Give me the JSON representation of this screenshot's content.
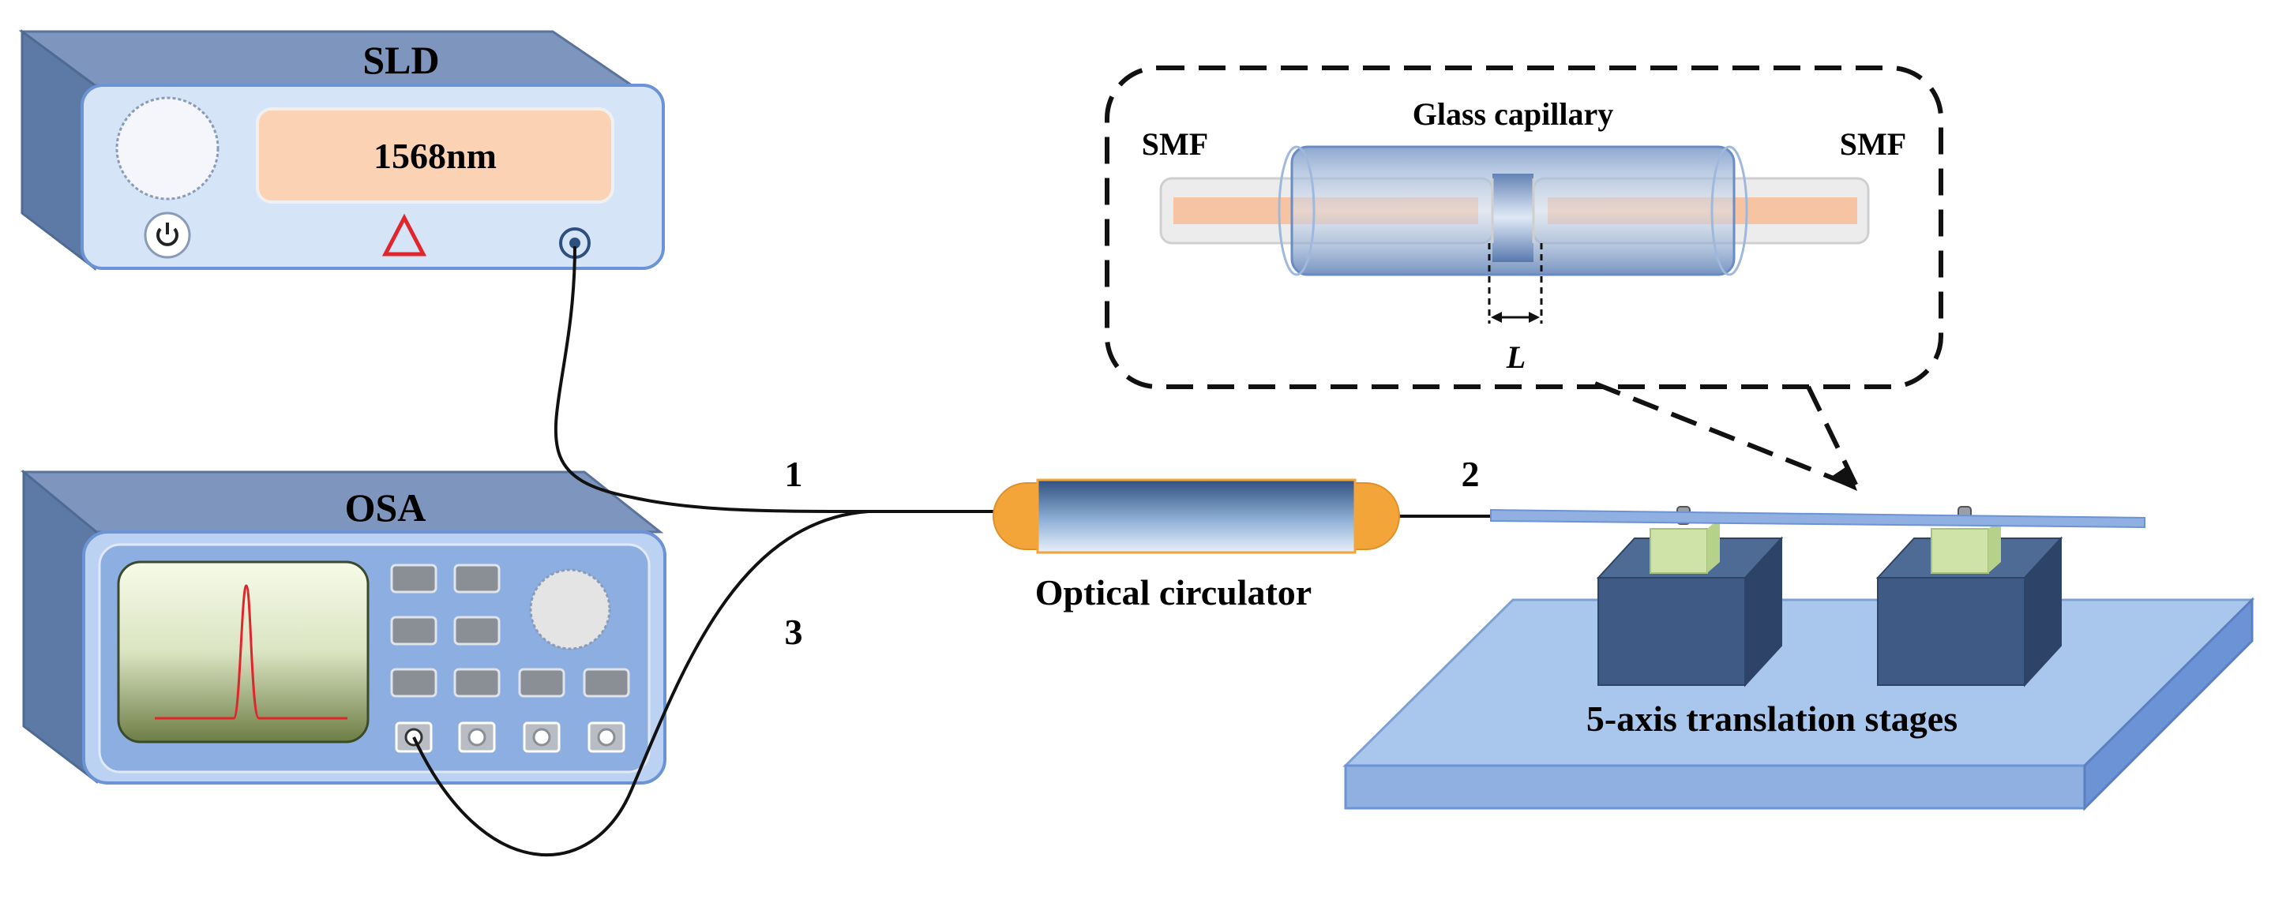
{
  "sld": {
    "title": "SLD",
    "display": "1568nm",
    "icons": [
      "power-icon",
      "warning-triangle-icon",
      "optical-port-icon"
    ]
  },
  "osa": {
    "title": "OSA",
    "icons": [
      "spectrum-peak-icon",
      "control-knob-icon",
      "optical-port-icon"
    ]
  },
  "ports": {
    "port1": "1",
    "port2": "2",
    "port3": "3"
  },
  "circulator": {
    "label": "Optical circulator"
  },
  "inset": {
    "capillary_label": "Glass capillary",
    "fiber_left": "SMF",
    "fiber_right": "SMF",
    "gap_label": "L"
  },
  "stage": {
    "label": "5-axis translation stages"
  },
  "colors": {
    "device_body": "#6f8bb5",
    "device_front": "#d6e4f8",
    "display": "#fcd2b4",
    "warning": "#e0262d",
    "circulator_cap": "#f3a53a",
    "fiber_core": "#f6c4a2",
    "stage_plate": "#a9c6ec",
    "stage_block": "#3f5a84",
    "holder": "#cfe3a8"
  }
}
